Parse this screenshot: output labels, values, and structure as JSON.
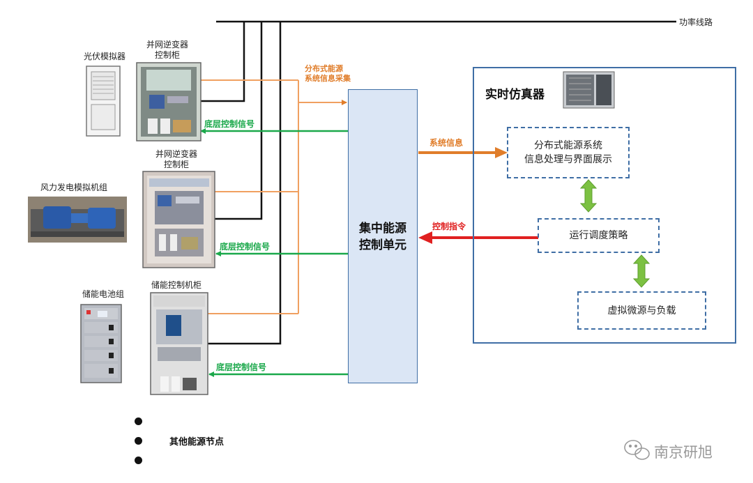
{
  "power_line_label": "功率线路",
  "devices": {
    "pv_simulator": "光伏模拟器",
    "inverter_cabinet_1_line1": "并网逆变器",
    "inverter_cabinet_1_line2": "控制柜",
    "inverter_cabinet_2_line1": "并网逆变器",
    "inverter_cabinet_2_line2": "控制柜",
    "wind_unit": "风力发电模拟机组",
    "battery": "储能电池组",
    "storage_cabinet": "储能控制机柜"
  },
  "signals": {
    "collect_line1": "分布式能源",
    "collect_line2": "系统信息采集",
    "bottom_control_1": "底层控制信号",
    "bottom_control_2": "底层控制信号",
    "bottom_control_3": "底层控制信号",
    "system_info": "系统信息",
    "control_command": "控制指令"
  },
  "central_unit": {
    "line1": "集中能源",
    "line2": "控制单元"
  },
  "simulator": {
    "title": "实时仿真器",
    "box1_line1": "分布式能源系统",
    "box1_line2": "信息处理与界面展示",
    "box2": "运行调度策略",
    "box3": "虚拟微源与负载"
  },
  "other_nodes": "其他能源节点",
  "watermark": "南京研旭",
  "colors": {
    "power": "#111111",
    "collect": "#f0a060",
    "control": "#1aa84a",
    "system_info": "#e07d2a",
    "command": "#e02020",
    "bidirectional": "#7cc142",
    "box_border": "#3f6ea5",
    "unit_fill": "#dbe6f5"
  }
}
